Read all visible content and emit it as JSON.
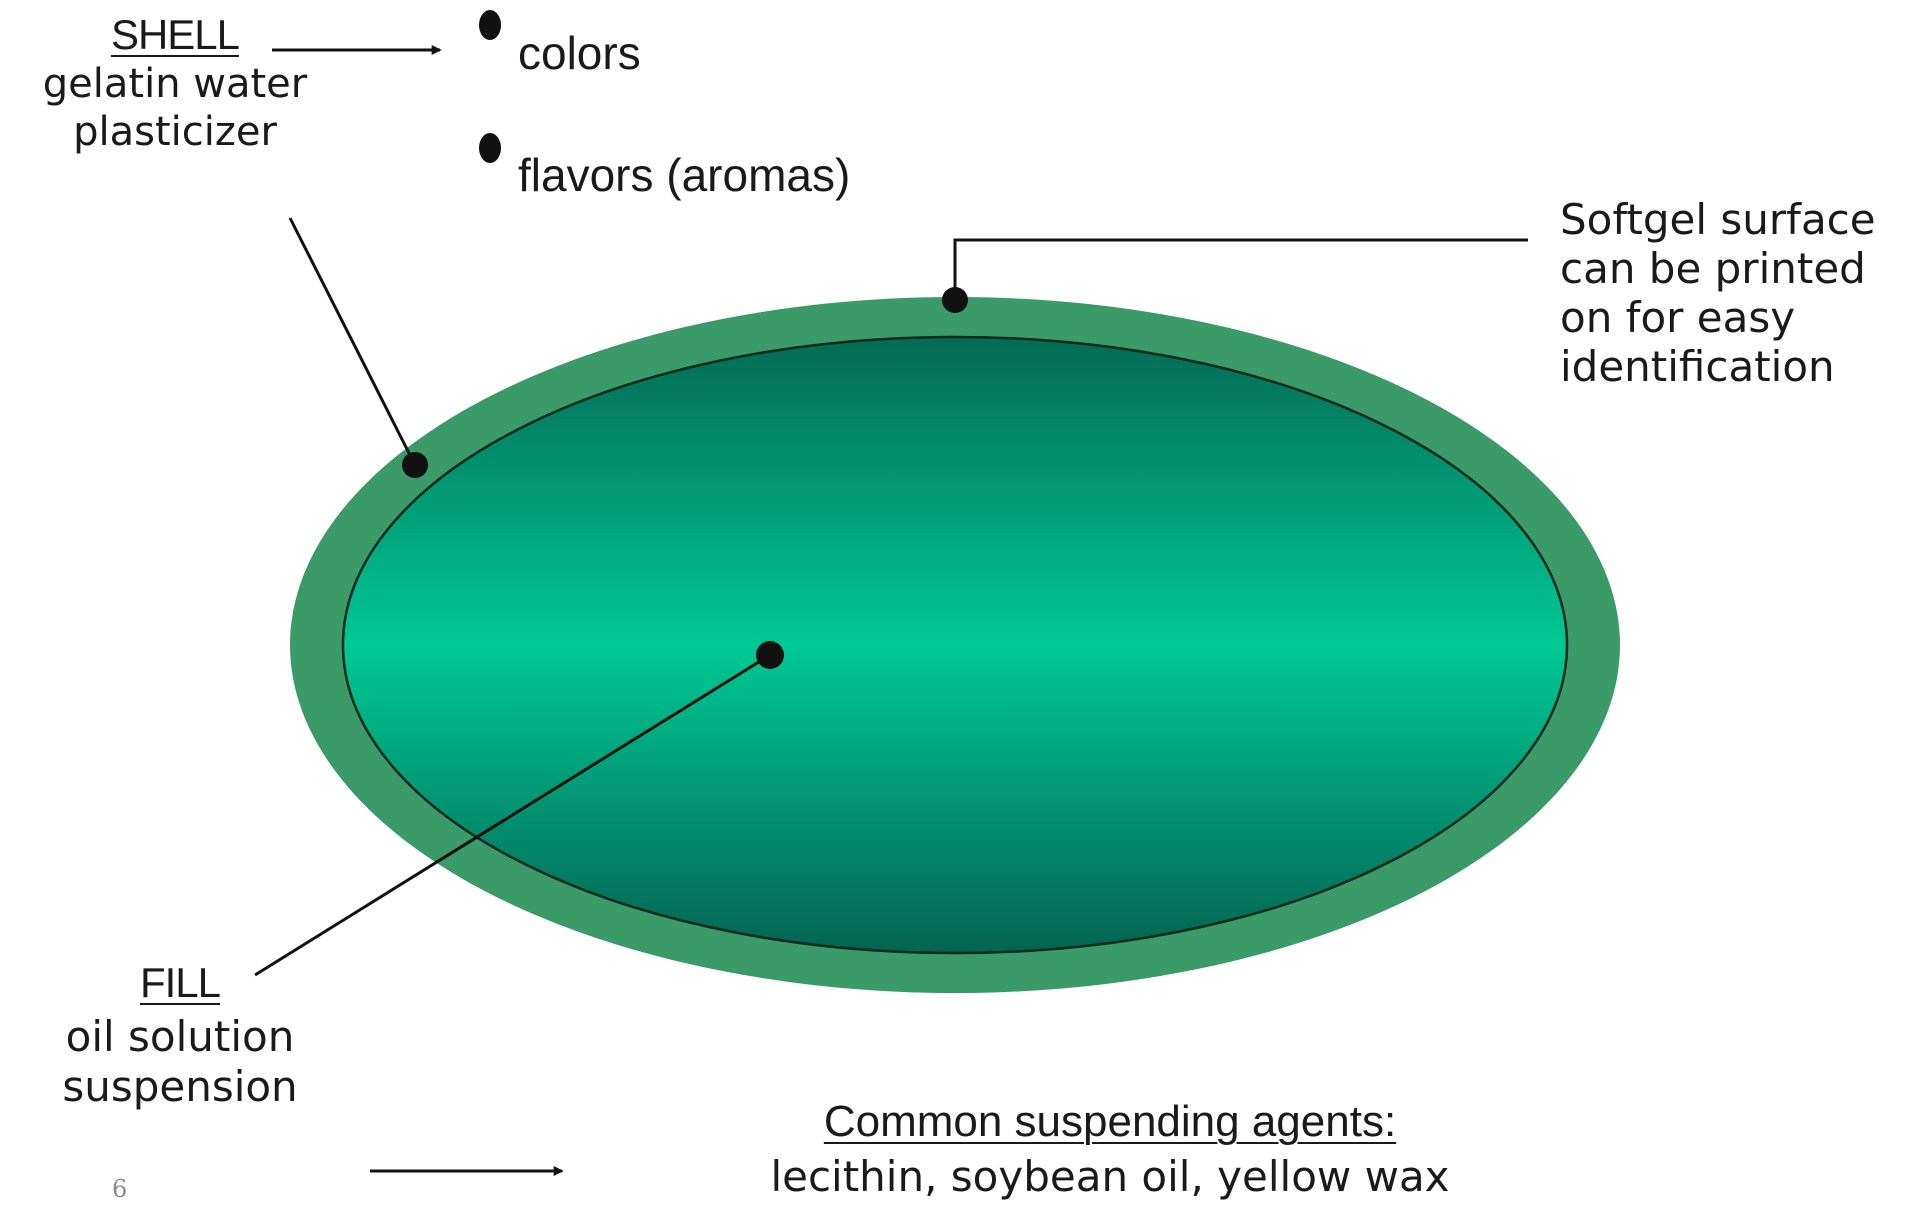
{
  "shell": {
    "title": "SHELL",
    "line1": "gelatin water",
    "line2": "plasticizer"
  },
  "shell_additives": {
    "item1": "colors",
    "item2": "flavors (aromas)"
  },
  "surface_note": {
    "line1": "Softgel surface",
    "line2": "can be printed",
    "line3": "on for easy",
    "line4": "identification"
  },
  "fill": {
    "title": "FILL",
    "line1": "oil solution",
    "line2": "suspension"
  },
  "suspending_agents": {
    "title": "Common suspending agents:",
    "list": "lecithin, soybean oil, yellow wax"
  },
  "slide_number": "6",
  "colors": {
    "shell_outer": "#3a9a68",
    "fill_center": "#00c892",
    "fill_edge": "#046a50",
    "ink": "#111111"
  }
}
